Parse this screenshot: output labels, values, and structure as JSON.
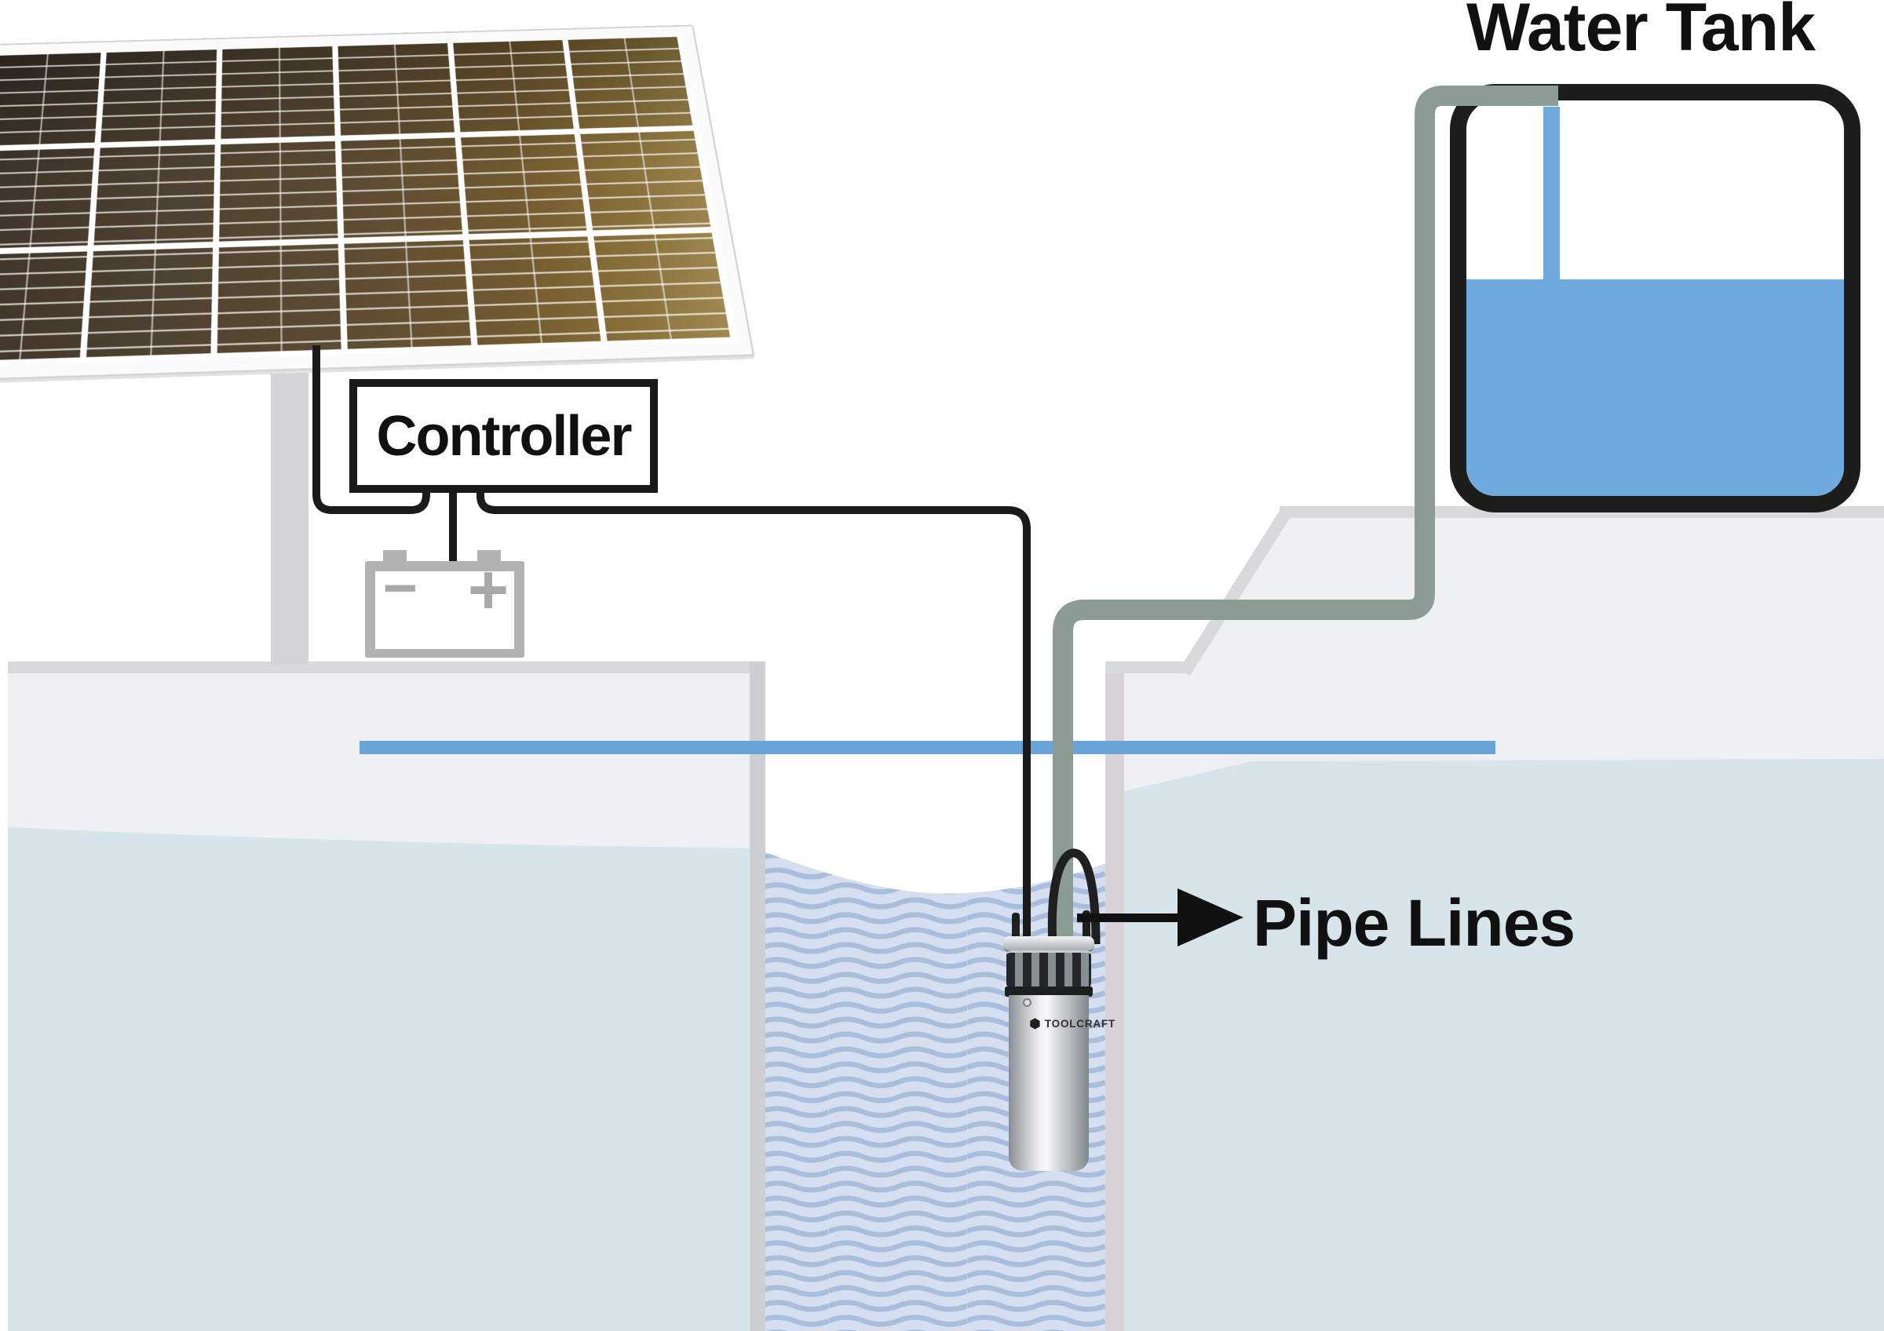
{
  "labels": {
    "water_tank": "Water Tank",
    "controller": "Controller",
    "pipe_lines": "Pipe Lines"
  },
  "battery": {
    "minus_symbol": "−",
    "plus_symbol": "+"
  },
  "pump": {
    "brand": "TOOLCRAFT"
  },
  "icons": {
    "toolcraft_logo_hex": "⬢"
  },
  "colors": {
    "accent-blue": "#69a4d9",
    "tank-water": "#6fa9dd",
    "ground-water": "#d7e5ea",
    "well-light": "#d6dfef",
    "wave-stroke": "#a9bedd",
    "soil": "#eef0f2",
    "soil-edge": "#d7d9db",
    "wall-left": "#cdd0d3",
    "wall-right": "#d8d2d6",
    "pipe": "#8a9c93",
    "wire": "#1a1a1a",
    "tank-border": "#1d1d1b",
    "battery-gray": "#b2b2b2",
    "symbol-gray": "#a9a9a9",
    "post-gray": "#d4d4d6"
  }
}
